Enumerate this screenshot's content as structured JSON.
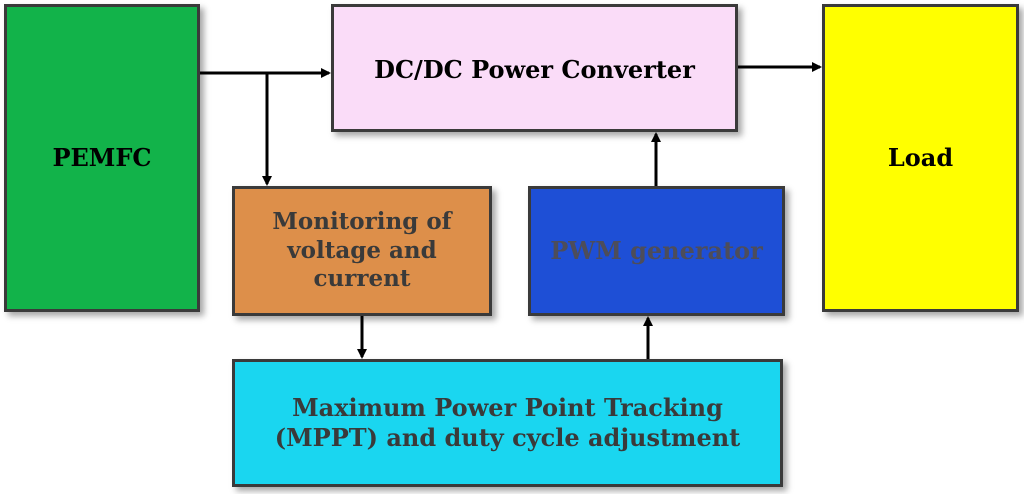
{
  "diagram": {
    "blocks": {
      "pemfc": {
        "label": "PEMFC",
        "color": "#12b34a"
      },
      "converter": {
        "label": "DC/DC Power Converter",
        "color": "#fadcf8"
      },
      "load": {
        "label": "Load",
        "color": "#ffff00"
      },
      "monitor": {
        "label": "Monitoring of\nvoltage and\ncurrent",
        "color": "#dd8f4a"
      },
      "pwm": {
        "label": "PWM generator",
        "color": "#1e4fd6"
      },
      "mppt": {
        "label": "Maximum Power Point Tracking\n(MPPT) and duty cycle adjustment",
        "color": "#1ad6f0"
      }
    },
    "connections": [
      {
        "from": "pemfc",
        "to": "converter"
      },
      {
        "from": "pemfc",
        "to": "monitor"
      },
      {
        "from": "converter",
        "to": "load"
      },
      {
        "from": "monitor",
        "to": "mppt"
      },
      {
        "from": "mppt",
        "to": "pwm"
      },
      {
        "from": "pwm",
        "to": "converter"
      }
    ],
    "arrow_color": "#000000"
  }
}
